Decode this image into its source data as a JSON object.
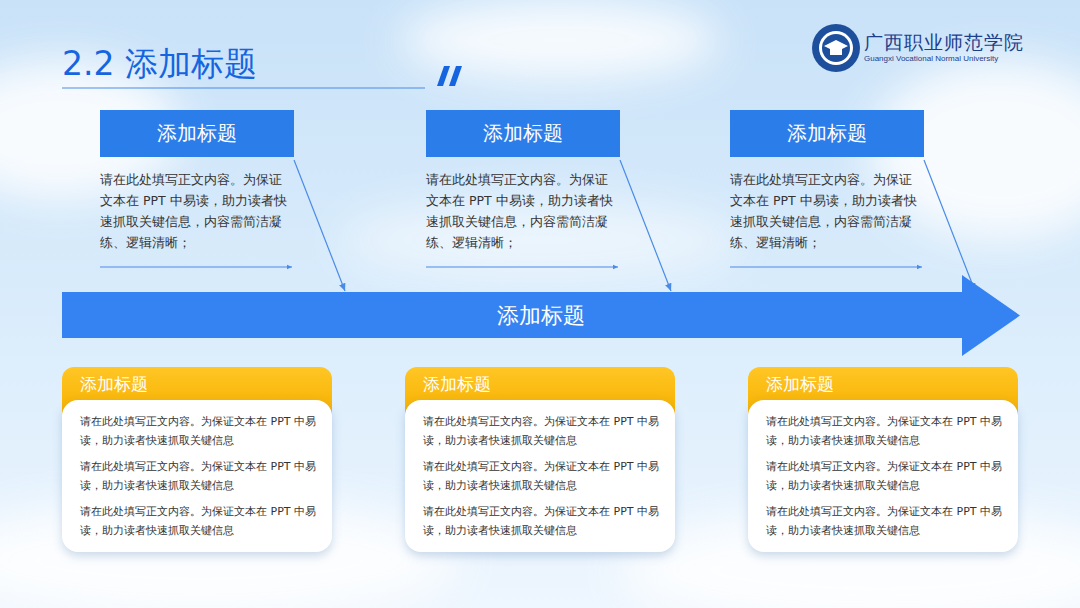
{
  "diagram": {
    "title": "2.2 添加标题",
    "nodes": [
      {
        "text": [
          "添加标题",
          "请在此处填写正文内容。为保证文本在 PPT 中易读，助力读者快速抓取关键信息，内容需简洁凝练、逻辑清晰；"
        ]
      },
      {
        "text": [
          "添加标题",
          "请在此处填写正文内容。为保证文本在 PPT 中易读，助力读者快速抓取关键信息，内容需简洁凝练、逻辑清晰；"
        ]
      },
      {
        "text": [
          "添加标题",
          "请在此处填写正文内容。为保证文本在 PPT 中易读，助力读者快速抓取关键信息，内容需简洁凝练、逻辑清晰；"
        ]
      },
      {
        "text": [
          "添加标题"
        ]
      },
      {
        "text": [
          "添加标题",
          "请在此处填写正文内容。为保证文本在 PPT 中易读，助力读者快速抓取关键信息",
          "请在此处填写正文内容。为保证文本在 PPT 中易读，助力读者快速抓取关键信息",
          "请在此处填写正文内容。为保证文本在 PPT 中易读，助力读者快速抓取关键信息"
        ]
      },
      {
        "text": [
          "添加标题",
          "请在此处填写正文内容。为保证文本在 PPT 中易读，助力读者快速抓取关键信息",
          "请在此处填写正文内容。为保证文本在 PPT 中易读，助力读者快速抓取关键信息",
          "请在此处填写正文内容。为保证文本在 PPT 中易读，助力读者快速抓取关键信息"
        ]
      },
      {
        "text": [
          "添加标题",
          "请在此处填写正文内容。为保证文本在 PPT 中易读，助力读者快速抓取关键信息",
          "请在此处填写正文内容。为保证文本在 PPT 中易读，助力读者快速抓取关键信息",
          "请在此处填写正文内容。为保证文本在 PPT 中易读，助力读者快速抓取关键信息"
        ]
      }
    ],
    "edges": [
      {
        "from": 0,
        "to": 3,
        "arrow": "to"
      },
      {
        "from": 1,
        "to": 3,
        "arrow": "to"
      },
      {
        "from": 2,
        "to": 3,
        "arrow": "to"
      }
    ],
    "labels": [
      "广西职业师范学院",
      "Guangxi Vocational Normal University"
    ]
  }
}
